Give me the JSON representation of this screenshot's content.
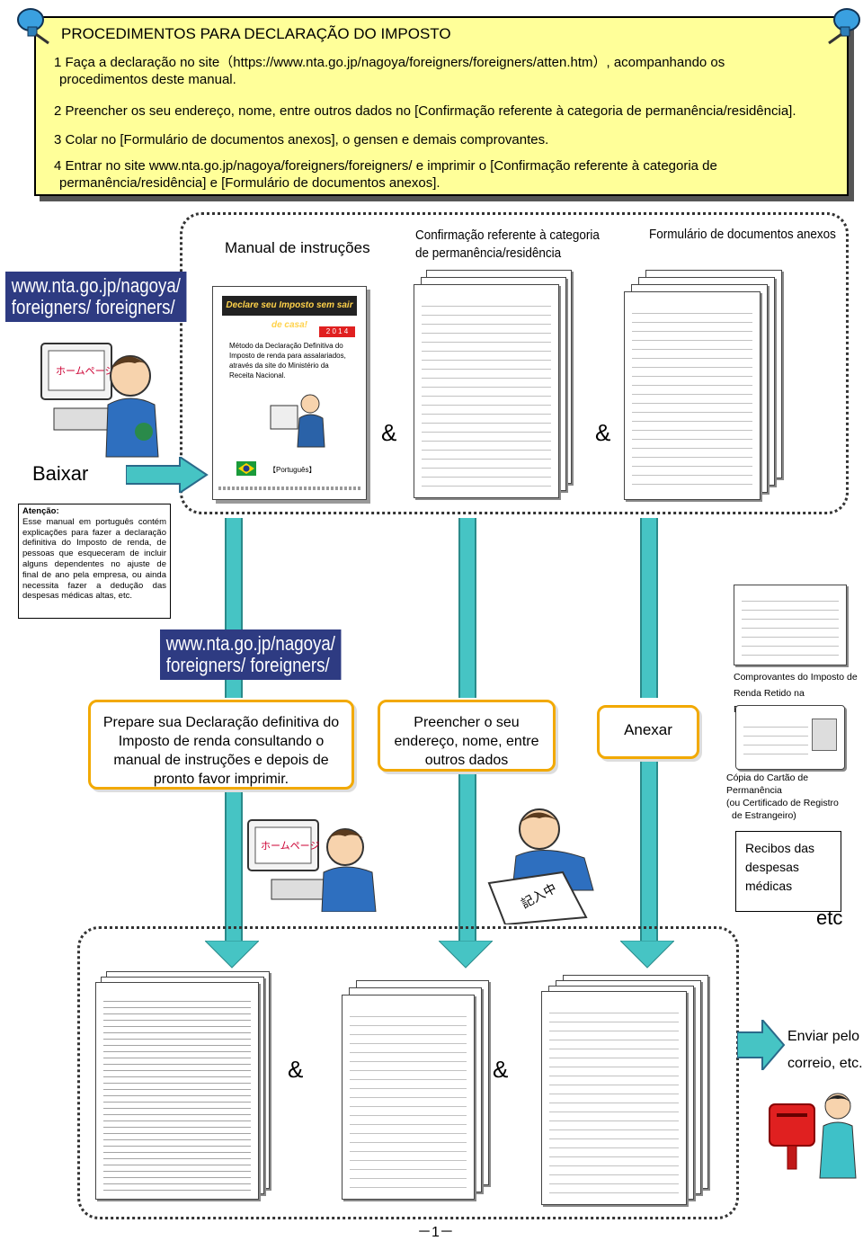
{
  "header": {
    "title": "PROCEDIMENTOS PARA DECLARAÇÃO DO IMPOSTO",
    "step1_a": "1  Faça a declaração no site（https://www.nta.go.jp/nagoya/foreigners/foreigners/atten.htm）, acompanhando os",
    "step1_b": "procedimentos deste manual.",
    "step2": "2  Preencher os seu endereço, nome, entre outros dados no [Confirmação referente à categoria de permanência/residência].",
    "step3": "3  Colar no [Formulário de documentos anexos], o gensen e demais comprovantes.",
    "step4_a": "4  Entrar no site www.nta.go.jp/nagoya/foreigners/foreigners/ e imprimir o [Confirmação referente à categoria de",
    "step4_b": "permanência/residência] e [Formulário de documentos anexos]."
  },
  "download_section": {
    "label_manual": "Manual de instruções",
    "label_confirmation_1": "Confirmação referente à categoria",
    "label_confirmation_2": "de permanência/residência",
    "label_form": "Formulário de documentos anexos",
    "url_1": "www.nta.go.jp/nagoya/",
    "url_2": "foreigners/ foreigners/",
    "homepage": "ホームページ",
    "download_label": "Baixar",
    "manual_cover_title": "Declare seu Imposto sem sair de casa!",
    "manual_cover_year": "2 0 1 4",
    "manual_cover_text": "Método da Declaração Definitiva do Imposto de renda para assalariados, através da site do Ministério da Receita Nacional.",
    "manual_cover_lang": "【Português】",
    "amp": "&"
  },
  "attention": {
    "heading": "Atenção:",
    "body": "Esse manual em português contém explicações para fazer a declaração definitiva do Imposto de renda, de pessoas que esqueceram de incluir alguns dependentes no ajuste de final de ano pela empresa, ou ainda necessita fazer a dedução das despesas médicas altas, etc."
  },
  "steps": {
    "url_1": "www.nta.go.jp/nagoya/",
    "url_2": "foreigners/ foreigners/",
    "prepare": "Prepare sua Declaração definitiva do Imposto de renda consultando o manual de instruções e depois de pronto favor imprimir.",
    "fill": "Preencher o seu endereço, nome, entre outros dados",
    "attach": "Anexar",
    "homepage": "ホームページ",
    "sign_text": "記入中"
  },
  "attachments": {
    "gensen_1": "Comprovantes do Imposto de",
    "gensen_2": "Renda Retido na Fonte(Gensen)",
    "card_1": "Cópia do Cartão de",
    "card_2": "Permanência",
    "card_3": "(ou Certificado de Registro",
    "card_4": "de Estrangeiro)",
    "receipts": "Recibos das despesas médicas",
    "etc": "etc"
  },
  "final": {
    "amp": "&",
    "send_1": "Enviar pelo",
    "send_2": "correio, etc."
  },
  "page_number": "－1－",
  "colors": {
    "header_bg": "#ffff99",
    "url_bg": "#2e3b82",
    "arrow_teal": "#46c4c4",
    "box_orange": "#f2a900"
  }
}
